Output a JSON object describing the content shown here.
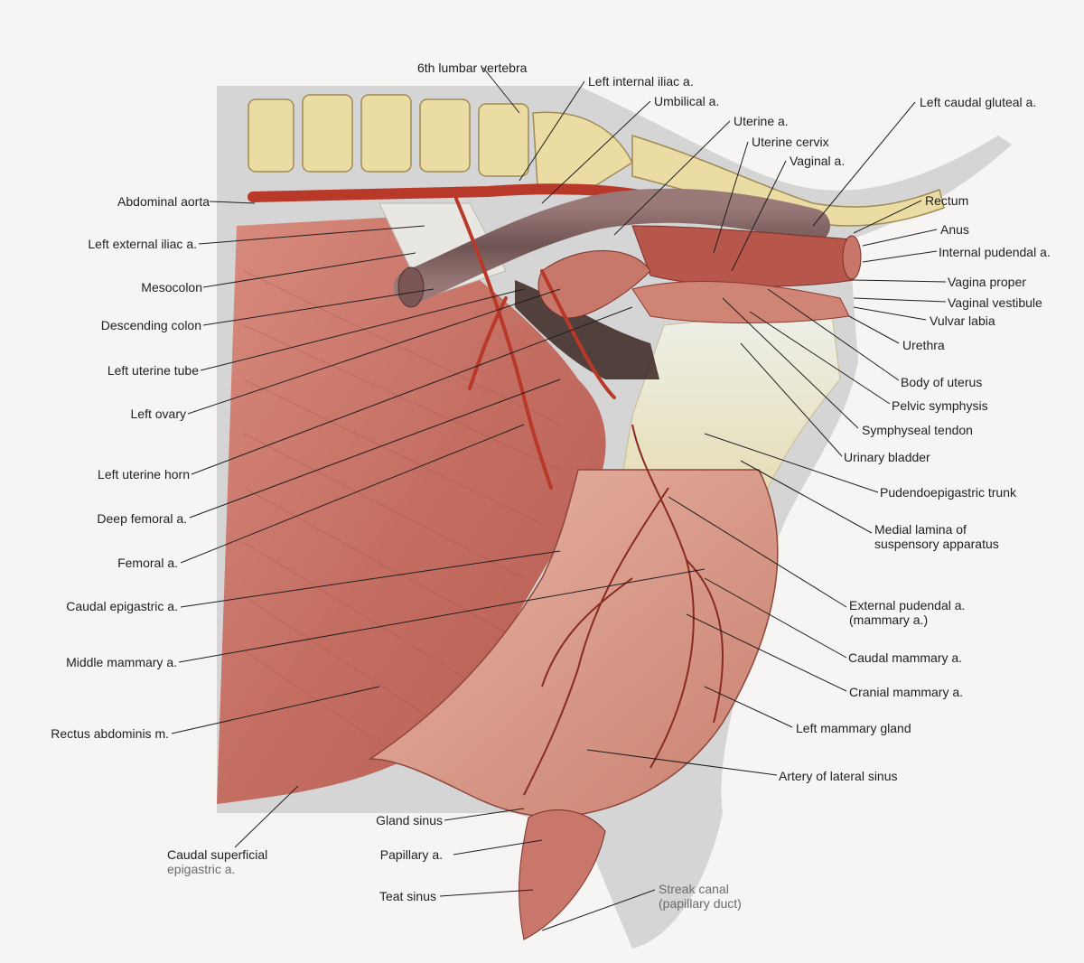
{
  "colors": {
    "background": "#f6f5f3",
    "muscle": "#c9766a",
    "muscle_dark": "#a9534b",
    "vertebra": "#eadca3",
    "artery": "#b8382a",
    "gland": "#d99a8a",
    "tendon": "#ece4c4",
    "tube": "#8a6a6a",
    "skin_gray": "#c9c9c9"
  },
  "labels": {
    "lumbar_vertebra": "6th lumbar vertebra",
    "left_internal_iliac": "Left internal iliac a.",
    "umbilical": "Umbilical a.",
    "uterine_a": "Uterine a.",
    "uterine_cervix": "Uterine cervix",
    "vaginal_a": "Vaginal a.",
    "left_caudal_gluteal": "Left caudal gluteal a.",
    "rectum": "Rectum",
    "anus": "Anus",
    "internal_pudendal": "Internal pudendal a.",
    "vagina_proper": "Vagina proper",
    "vaginal_vestibule": "Vaginal vestibule",
    "vulvar_labia": "Vulvar labia",
    "urethra": "Urethra",
    "body_of_uterus": "Body of uterus",
    "pelvic_symphysis": "Pelvic symphysis",
    "symphyseal_tendon": "Symphyseal tendon",
    "urinary_bladder": "Urinary bladder",
    "pudendoepigastric_trunk": "Pudendoepigastric trunk",
    "medial_lamina_1": "Medial lamina of",
    "medial_lamina_2": "suspensory apparatus",
    "external_pudendal_1": "External pudendal a.",
    "external_pudendal_2": "(mammary a.)",
    "caudal_mammary": "Caudal mammary a.",
    "cranial_mammary": "Cranial mammary a.",
    "left_mammary_gland": "Left mammary gland",
    "artery_lateral_sinus": "Artery of lateral sinus",
    "streak_canal_1": "Streak canal",
    "streak_canal_2": "(papillary duct)",
    "abdominal_aorta": "Abdominal aorta",
    "left_external_iliac": "Left external iliac a.",
    "mesocolon": "Mesocolon",
    "descending_colon": "Descending colon",
    "left_uterine_tube": "Left uterine tube",
    "left_ovary": "Left ovary",
    "left_uterine_horn": "Left uterine horn",
    "deep_femoral": "Deep femoral a.",
    "femoral": "Femoral a.",
    "caudal_epigastric": "Caudal epigastric a.",
    "middle_mammary": "Middle mammary a.",
    "rectus_abdominis": "Rectus abdominis m.",
    "caudal_superficial_1": "Caudal superficial",
    "caudal_superficial_2": "epigastric a.",
    "gland_sinus": "Gland sinus",
    "papillary_a": "Papillary a.",
    "teat_sinus": "Teat sinus"
  }
}
